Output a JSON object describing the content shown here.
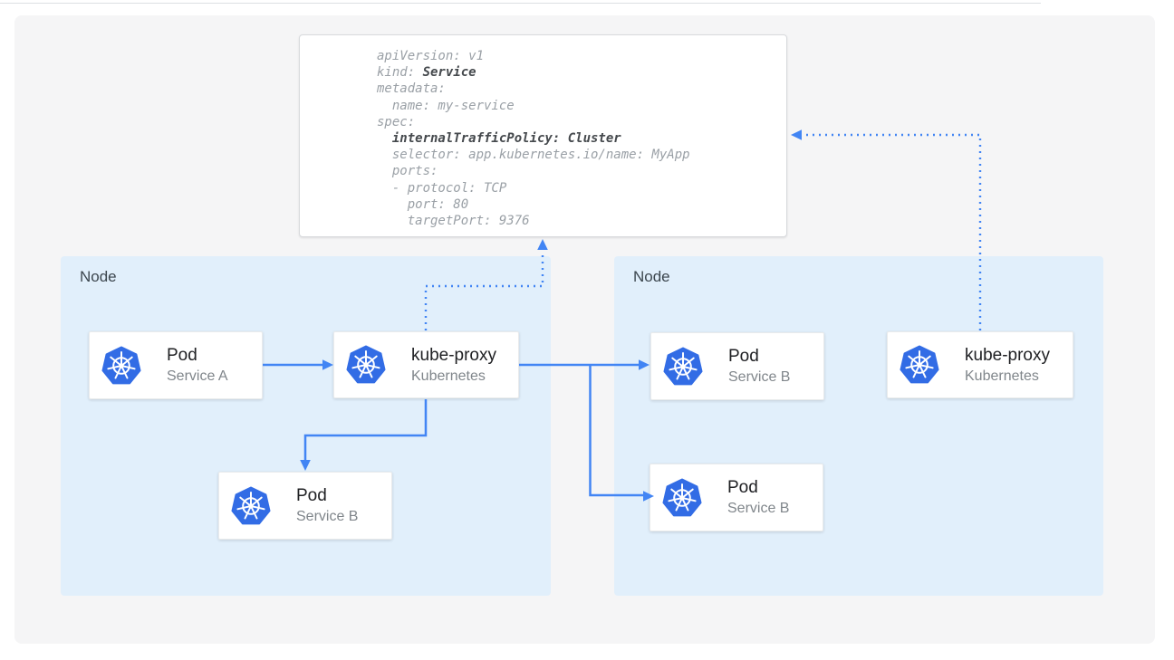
{
  "yaml": {
    "lines": [
      [
        {
          "text": "apiVersion: v1",
          "bold": false
        }
      ],
      [
        {
          "text": "kind: ",
          "bold": false
        },
        {
          "text": "Service",
          "bold": true
        }
      ],
      [
        {
          "text": "metadata:",
          "bold": false
        }
      ],
      [
        {
          "text": "  name: my-service",
          "bold": false
        }
      ],
      [
        {
          "text": "spec:",
          "bold": false
        }
      ],
      [
        {
          "text": "  ",
          "bold": false
        },
        {
          "text": "internalTrafficPolicy: Cluster",
          "bold": true
        }
      ],
      [
        {
          "text": "  selector: app.kubernetes.io/name: MyApp",
          "bold": false
        }
      ],
      [
        {
          "text": "  ports:",
          "bold": false
        }
      ],
      [
        {
          "text": "  - protocol: TCP",
          "bold": false
        }
      ],
      [
        {
          "text": "    port: 80",
          "bold": false
        }
      ],
      [
        {
          "text": "    targetPort: 9376",
          "bold": false
        }
      ]
    ]
  },
  "nodes": {
    "left_label": "Node",
    "right_label": "Node"
  },
  "cards": {
    "pod_a": {
      "title": "Pod",
      "subtitle": "Service A",
      "icon": "kubernetes-icon"
    },
    "kube_proxy_left": {
      "title": "kube-proxy",
      "subtitle": "Kubernetes",
      "icon": "kubernetes-icon"
    },
    "pod_b_left": {
      "title": "Pod",
      "subtitle": "Service B",
      "icon": "kubernetes-icon"
    },
    "pod_b_right_top": {
      "title": "Pod",
      "subtitle": "Service B",
      "icon": "kubernetes-icon"
    },
    "pod_b_right_bottom": {
      "title": "Pod",
      "subtitle": "Service B",
      "icon": "kubernetes-icon"
    },
    "kube_proxy_right": {
      "title": "kube-proxy",
      "subtitle": "Kubernetes",
      "icon": "kubernetes-icon"
    }
  },
  "colors": {
    "kubernetes_blue": "#326ce5",
    "arrow_blue": "#4285f4",
    "node_fill": "#e1effb",
    "surface_fill": "#f5f5f6",
    "yaml_regular_text": "#9aa0a6",
    "yaml_bold_text": "#45494d"
  }
}
